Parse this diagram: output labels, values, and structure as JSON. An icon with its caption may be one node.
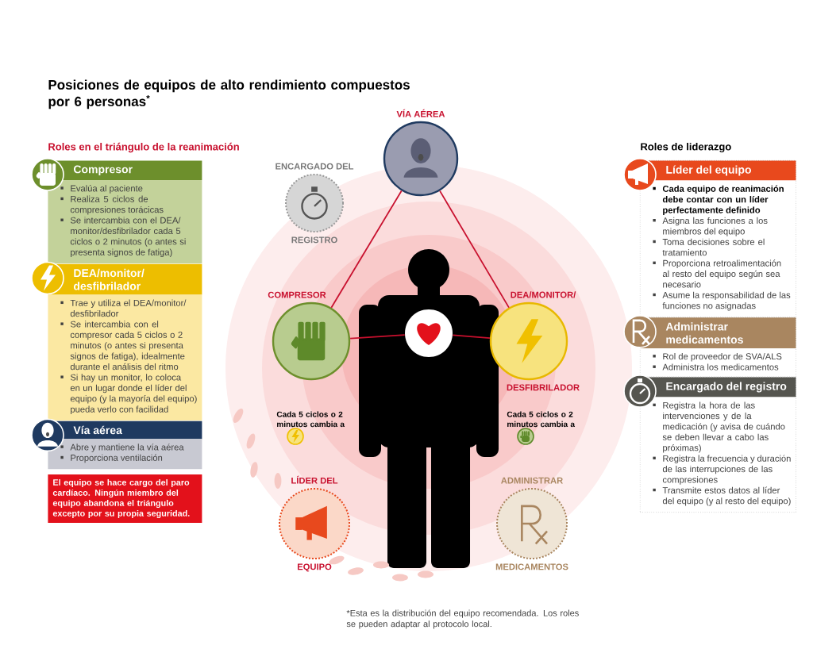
{
  "diagram": {
    "title": "Posiciones de equipos de alto rendimiento compuestos por 6 personas$^{*}$",
    "nodes": [
      {
        "text": [
          "Compresor",
          "Evalúa al paciente",
          "Realiza 5 ciclos de compresiones torácicas",
          "Se intercambia con el DEA/monitor/desfibrilador cada 5 ciclos o 2 minutos (o antes si presenta signos de fatiga)"
        ]
      },
      {
        "text": [
          "DEA/monitor/desfibrilador",
          "Trae y utiliza el DEA/monitor/desfibrilador",
          "Se intercambia con el compresor cada 5 ciclos o 2 minutos (o antes si presenta signos de fatiga), idealmente durante el análisis del ritmo",
          "Si hay un monitor, lo coloca en un lugar donde el líder del equipo (y la mayoría del equipo) pueda verlo con facilidad"
        ]
      },
      {
        "text": [
          "Vía aérea",
          "Abre y mantiene la vía aérea",
          "Proporciona ventilación"
        ]
      },
      {
        "text": [
          "El equipo se hace cargo del paro cardíaco. Ningún miembro del equipo abandona el triángulo excepto por su propia seguridad."
        ]
      },
      {
        "text": [
          "Líder del equipo",
          "Cada equipo de reanimación debe contar con un líder perfectamente definido",
          "Asigna las funciones a los miembros del equipo",
          "Toma decisiones sobre el tratamiento",
          "Proporciona retroalimentación al resto del equipo según sea necesario",
          "Asume la responsabilidad de las funciones no asignadas"
        ]
      },
      {
        "text": [
          "Administrar medicamentos",
          "Rol de proveedor de SVA/ALS",
          "Administra los medicamentos"
        ]
      },
      {
        "text": [
          "Encargado del registro",
          "Registra la hora de las intervenciones y de la medicación (y avisa de cuándo se deben llevar a cabo las próximas)",
          "Registra la frecuencia y duración de las interrupciones de las compresiones",
          "Transmite estos datos al líder del equipo (y al resto del equipo)"
        ]
      },
      {
        "text": [
          "VÍA AÉREA"
        ]
      },
      {
        "text": [
          "ENCARGADO DEL",
          "REGISTRO"
        ]
      },
      {
        "text": [
          "COMPRESOR"
        ],
        "beside": [
          "Cada 5 ciclos o 2 minutos cambia a"
        ]
      },
      {
        "text": [
          "DEA/MONITOR/",
          "DESFIBRILADOR"
        ],
        "beside": [
          "Cada 5 ciclos o 2 minutos cambia a"
        ]
      },
      {
        "text": [],
        "shape": "circle"
      },
      {
        "text": [
          "LÍDER DEL",
          "EQUIPO"
        ]
      },
      {
        "text": [
          "ADMINISTRAR",
          "MEDICAMENTOS"
        ]
      }
    ],
    "edges": [
      {
        "from": 7,
        "to": 9,
        "arrow": "none"
      },
      {
        "from": 7,
        "to": 10,
        "arrow": "none"
      },
      {
        "from": 9,
        "to": 11,
        "arrow": "none"
      },
      {
        "from": 11,
        "to": 10,
        "arrow": "none"
      }
    ],
    "labels": [
      "Roles en el triángulo de la reanimación",
      "Roles de liderazgo",
      "*Esta es la distribución del equipo recomendada. Los roles se pueden adaptar al protocolo local."
    ]
  }
}
